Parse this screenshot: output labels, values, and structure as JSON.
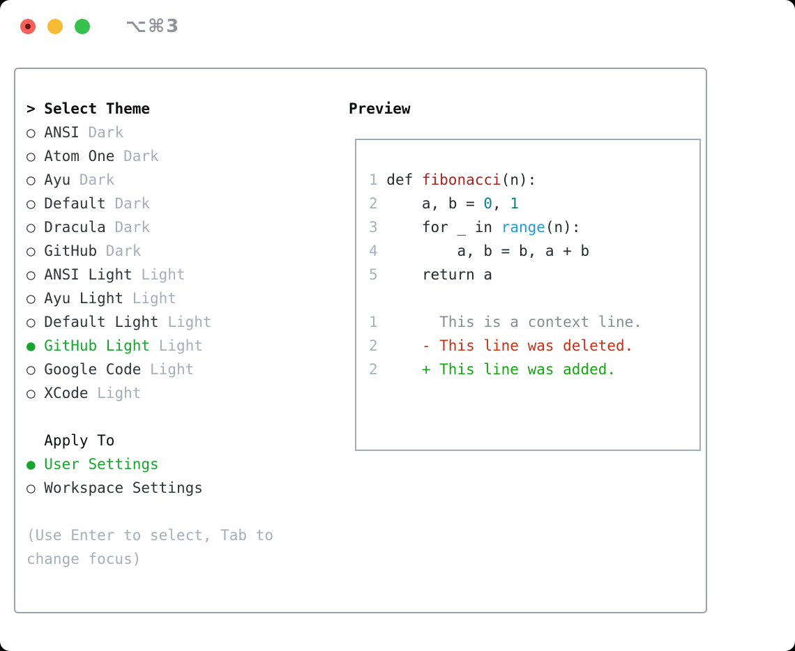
{
  "window": {
    "title": "⌥⌘3",
    "traffic_lights": [
      {
        "name": "close",
        "color": "#f4605a"
      },
      {
        "name": "minimize",
        "color": "#f6bb34"
      },
      {
        "name": "zoom",
        "color": "#35c14b"
      }
    ]
  },
  "theme_panel": {
    "prompt": ">",
    "heading": "Select Theme",
    "marker_selected": "●",
    "marker_unselected": "○",
    "items": [
      {
        "name": "ANSI",
        "variant": "Dark",
        "selected": false
      },
      {
        "name": "Atom One",
        "variant": "Dark",
        "selected": false
      },
      {
        "name": "Ayu",
        "variant": "Dark",
        "selected": false
      },
      {
        "name": "Default",
        "variant": "Dark",
        "selected": false
      },
      {
        "name": "Dracula",
        "variant": "Dark",
        "selected": false
      },
      {
        "name": "GitHub",
        "variant": "Dark",
        "selected": false
      },
      {
        "name": "ANSI Light",
        "variant": "Light",
        "selected": false
      },
      {
        "name": "Ayu Light",
        "variant": "Light",
        "selected": false
      },
      {
        "name": "Default Light",
        "variant": "Light",
        "selected": false
      },
      {
        "name": "GitHub Light",
        "variant": "Light",
        "selected": true
      },
      {
        "name": "Google Code",
        "variant": "Light",
        "selected": false
      },
      {
        "name": "XCode",
        "variant": "Light",
        "selected": false
      }
    ]
  },
  "apply_panel": {
    "heading": "Apply To",
    "options": [
      {
        "label": "User Settings",
        "selected": true
      },
      {
        "label": "Workspace Settings",
        "selected": false
      }
    ]
  },
  "hint_lines": [
    "(Use Enter to select, Tab to",
    "change focus)"
  ],
  "preview": {
    "heading": "Preview",
    "lines": [
      [
        {
          "t": "1",
          "k": "ln"
        },
        {
          "t": " def ",
          "k": "code"
        },
        {
          "t": "fibonacci",
          "k": "fn"
        },
        {
          "t": "(n):",
          "k": "code"
        }
      ],
      [
        {
          "t": "2",
          "k": "ln"
        },
        {
          "t": "     a, b = ",
          "k": "code"
        },
        {
          "t": "0",
          "k": "num"
        },
        {
          "t": ", ",
          "k": "code"
        },
        {
          "t": "1",
          "k": "num"
        }
      ],
      [
        {
          "t": "3",
          "k": "ln"
        },
        {
          "t": "     for _ in ",
          "k": "code"
        },
        {
          "t": "range",
          "k": "call"
        },
        {
          "t": "(n):",
          "k": "code"
        }
      ],
      [
        {
          "t": "4",
          "k": "ln"
        },
        {
          "t": "         a, b = b, a + b",
          "k": "code"
        }
      ],
      [
        {
          "t": "5",
          "k": "ln"
        },
        {
          "t": "     return a",
          "k": "code"
        }
      ],
      [],
      [
        {
          "t": "1",
          "k": "ln"
        },
        {
          "t": "       This is a context line.",
          "k": "ctx"
        }
      ],
      [
        {
          "t": "2",
          "k": "ln"
        },
        {
          "t": "     - This line was deleted.",
          "k": "del"
        }
      ],
      [
        {
          "t": "2",
          "k": "ln"
        },
        {
          "t": "     + This line was added.",
          "k": "add"
        }
      ]
    ]
  },
  "colors": {
    "accent_green": "#17a52e",
    "code_default": "#24292f",
    "function_red": "#a52622",
    "number_teal": "#0b7f87",
    "call_blue": "#209cd8",
    "diff_deleted": "#c93018",
    "diff_added": "#13a713",
    "muted_gray": "#a6aeba",
    "context_gray": "#868d96",
    "line_number_gray": "#a7b1bc",
    "frame_border": "#9aa2ad",
    "preview_border": "#a4abb5",
    "title_gray": "#8f949c",
    "text_dark": "#2f343b",
    "heading_black": "#0b0d0f"
  }
}
